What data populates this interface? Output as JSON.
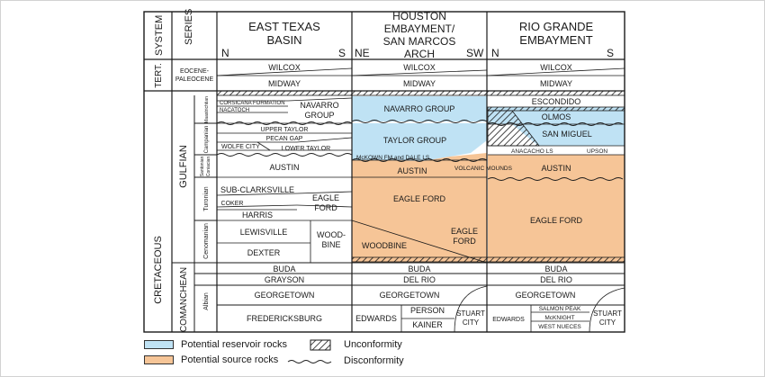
{
  "colors": {
    "reservoir": "#bfe2f4",
    "source": "#f6c597",
    "line": "#1a1a1a"
  },
  "header": {
    "system": "SYSTEM",
    "series": "SERIES",
    "east_texas": {
      "title_line1": "EAST TEXAS",
      "title_line2": "BASIN",
      "left": "N",
      "right": "S"
    },
    "houston": {
      "title_line1": "HOUSTON",
      "title_line2": "EMBAYMENT/",
      "title_line3": "SAN MARCOS",
      "title_line4": "ARCH",
      "left": "NE",
      "right": "SW"
    },
    "rio_grande": {
      "title_line1": "RIO GRANDE",
      "title_line2": "EMBAYMENT",
      "left": "N",
      "right": "S"
    }
  },
  "systems": {
    "tertiary": "TERT.",
    "cretaceous": "CRETACEOUS"
  },
  "series": {
    "eocene_line1": "EOCENE-",
    "eocene_line2": "PALEOCENE",
    "gulfian": "GULFIAN",
    "comanchean": "COMANCHEAN"
  },
  "stages": {
    "maastrichtian": "Maastrichtian",
    "campanian": "Campanian",
    "santonian": "Santonian",
    "coniacian": "Coniacian",
    "turonian": "Turonian",
    "cenomanian": "Cenomanian",
    "albian": "Albian"
  },
  "units": {
    "wilcox": "WILCOX",
    "midway": "MIDWAY",
    "escondido": "ESCONDIDO",
    "corsicana": "CORSICANA FORMATION",
    "nacatoch": "NACATOCH",
    "navarro_group_1": "NAVARRO",
    "navarro_group_2": "GROUP",
    "navarro_group": "NAVARRO GROUP",
    "olmos": "OLMOS",
    "upper_taylor": "UPPER TAYLOR",
    "pecan_gap": "PECAN GAP",
    "wolfe_city": "WOLFE CITY",
    "lower_taylor": "LOWER TAYLOR",
    "taylor_group": "TAYLOR GROUP",
    "san_miguel": "SAN MIGUEL",
    "anacacho": "ANACACHO LS",
    "upson": "UPSON",
    "mckown": "McKOWN FM and DALE LS",
    "volcanic_mounds": "VOLCANIC MOUNDS",
    "austin": "AUSTIN",
    "sub_clarksville": "SUB-CLARKSVILLE",
    "coker": "COKER",
    "harris": "HARRIS",
    "eagle_1": "EAGLE",
    "eagle_2": "FORD",
    "eagle_ford": "EAGLE FORD",
    "eagle": "EAGLE",
    "ford": "FORD",
    "lewisville": "LEWISVILLE",
    "dexter": "DEXTER",
    "woodbine_1": "WOOD-",
    "woodbine_2": "BINE",
    "woodbine": "WOODBINE",
    "buda": "BUDA",
    "grayson": "GRAYSON",
    "del_rio": "DEL RIO",
    "georgetown": "GEORGETOWN",
    "fredericksburg": "FREDERICKSBURG",
    "edwards": "EDWARDS",
    "person": "PERSON",
    "kainer": "KAINER",
    "stuart_1": "STUART",
    "stuart_2": "CITY",
    "salmon_peak": "SALMON PEAK",
    "mcknight": "McKNIGHT",
    "west_nueces": "WEST NUECES"
  },
  "legend": {
    "reservoir": "Potential reservoir rocks",
    "source": "Potential source rocks",
    "unconformity": "Unconformity",
    "disconformity": "Disconformity"
  }
}
